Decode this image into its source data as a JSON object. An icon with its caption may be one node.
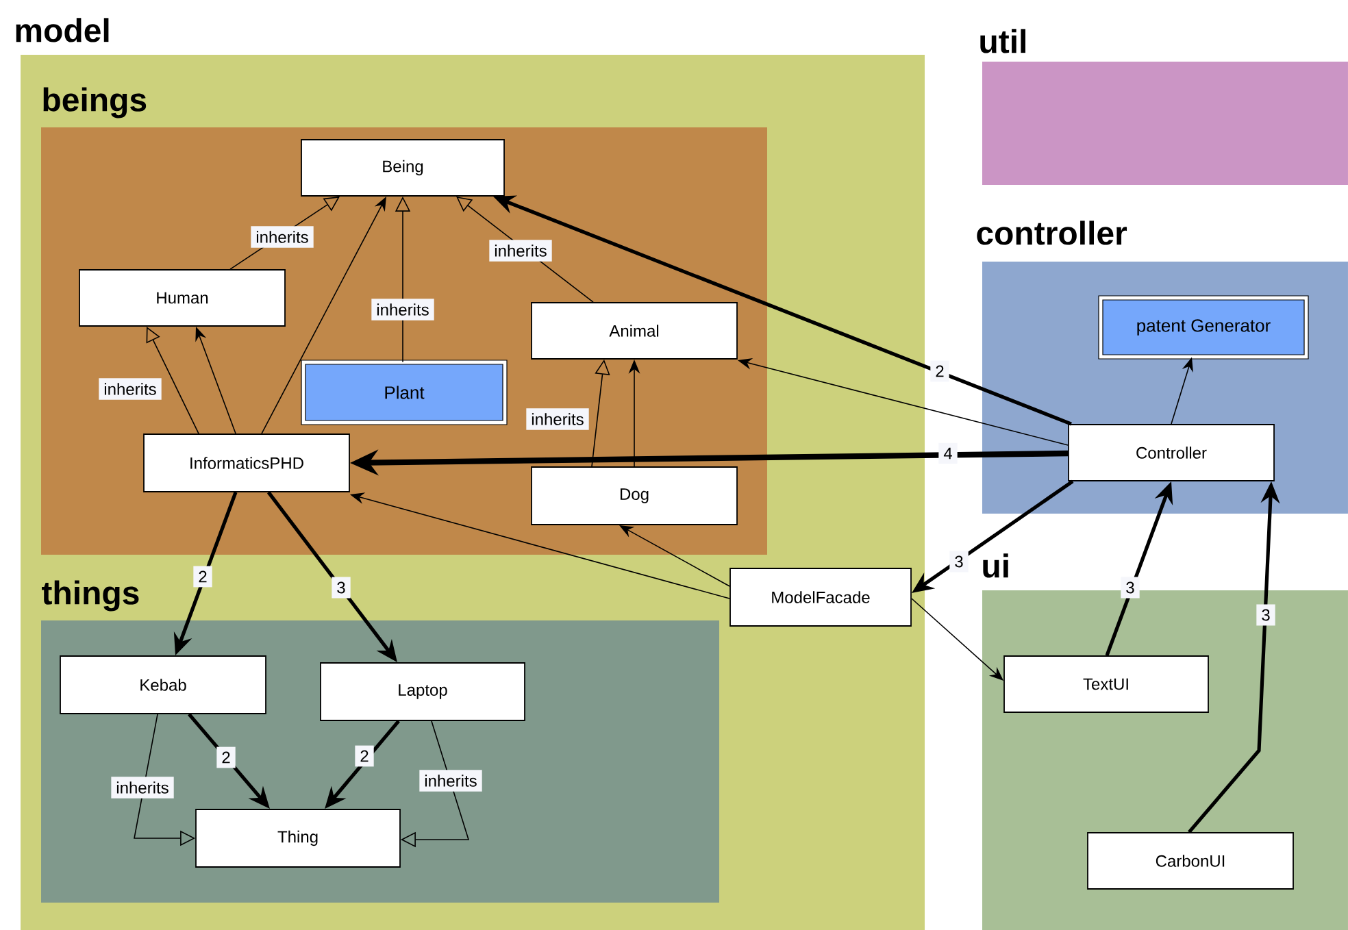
{
  "diagram": {
    "nodes": [
      {
        "text": [
          "model"
        ]
      },
      {
        "text": [
          "beings"
        ],
        "in": 0
      },
      {
        "text": [
          "Being"
        ],
        "in": 1
      },
      {
        "text": [
          "Human"
        ],
        "in": 1
      },
      {
        "text": [
          "Plant"
        ],
        "in": 1
      },
      {
        "text": [
          "Animal"
        ],
        "in": 1
      },
      {
        "text": [
          "InformaticsPHD"
        ],
        "in": 1
      },
      {
        "text": [
          "Dog"
        ],
        "in": 1
      },
      {
        "text": [
          "things"
        ],
        "in": 0
      },
      {
        "text": [
          "Kebab"
        ],
        "in": 8
      },
      {
        "text": [
          "Laptop"
        ],
        "in": 8
      },
      {
        "text": [
          "Thing"
        ],
        "in": 8
      },
      {
        "text": [
          "ModelFacade"
        ],
        "in": 0
      },
      {
        "text": [
          "util"
        ]
      },
      {
        "text": [
          "controller"
        ]
      },
      {
        "text": [
          "patent Generator"
        ],
        "in": 14
      },
      {
        "text": [
          "Controller"
        ],
        "in": 14
      },
      {
        "text": [
          "ui"
        ]
      },
      {
        "text": [
          "TextUI"
        ],
        "in": 17
      },
      {
        "text": [
          "CarbonUI"
        ],
        "in": 17
      }
    ],
    "edges": [
      {
        "from": 3,
        "to": 2,
        "arrow": "to",
        "label": "inherits"
      },
      {
        "from": 4,
        "to": 2,
        "arrow": "to",
        "label": "inherits"
      },
      {
        "from": 5,
        "to": 2,
        "arrow": "to",
        "label": "inherits"
      },
      {
        "from": 6,
        "to": 3,
        "arrow": "to",
        "label": "inherits"
      },
      {
        "from": 7,
        "to": 5,
        "arrow": "to",
        "label": "inherits"
      },
      {
        "from": 6,
        "to": 2,
        "arrow": "to"
      },
      {
        "from": 6,
        "to": 3,
        "arrow": "to"
      },
      {
        "from": 7,
        "to": 5,
        "arrow": "to"
      },
      {
        "from": 16,
        "to": 2,
        "arrow": "to",
        "label": "2",
        "style": "thick"
      },
      {
        "from": 16,
        "to": 5,
        "arrow": "to"
      },
      {
        "from": 16,
        "to": 6,
        "arrow": "to",
        "label": "4",
        "style": "thick"
      },
      {
        "from": 16,
        "to": 15,
        "arrow": "to"
      },
      {
        "from": 16,
        "to": 12,
        "arrow": "to",
        "label": "3",
        "style": "thick"
      },
      {
        "from": 12,
        "to": 6,
        "arrow": "to"
      },
      {
        "from": 12,
        "to": 7,
        "arrow": "to"
      },
      {
        "from": 12,
        "to": 18,
        "arrow": "to"
      },
      {
        "from": 18,
        "to": 16,
        "arrow": "to",
        "label": "3",
        "style": "thick"
      },
      {
        "from": 19,
        "to": 16,
        "arrow": "to",
        "label": "3",
        "style": "thick"
      },
      {
        "from": 6,
        "to": 9,
        "arrow": "to",
        "label": "2",
        "style": "thick"
      },
      {
        "from": 6,
        "to": 10,
        "arrow": "to",
        "label": "3",
        "style": "thick"
      },
      {
        "from": 9,
        "to": 11,
        "arrow": "to",
        "label": "2",
        "style": "thick"
      },
      {
        "from": 10,
        "to": 11,
        "arrow": "to",
        "label": "2",
        "style": "thick"
      },
      {
        "from": 9,
        "to": 11,
        "arrow": "to",
        "label": "inherits"
      },
      {
        "from": 10,
        "to": 11,
        "arrow": "to",
        "label": "inherits"
      }
    ]
  }
}
